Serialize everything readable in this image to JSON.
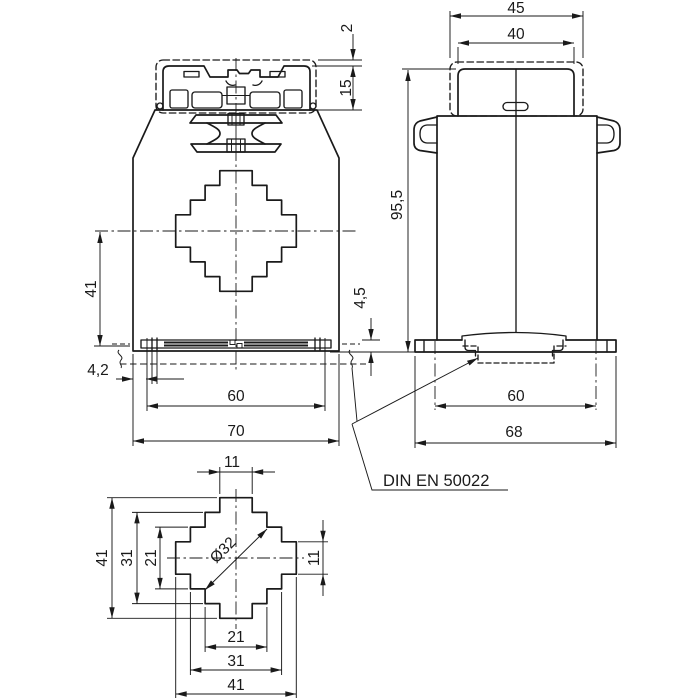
{
  "front_view": {
    "dims": {
      "d2": "2",
      "d15": "15",
      "d41": "41",
      "d4_2": "4,2",
      "d60": "60",
      "d70": "70"
    }
  },
  "side_view": {
    "dims": {
      "d45": "45",
      "d40": "40",
      "d95_5": "95,5",
      "d4_5": "4,5",
      "d60": "60",
      "d68": "68"
    }
  },
  "detail_view": {
    "dims": {
      "top_11": "11",
      "left_41": "41",
      "left_31": "31",
      "left_21": "21",
      "right_11": "11",
      "bottom_21": "21",
      "bottom_31": "31",
      "bottom_41": "41",
      "diameter": "Ø32"
    }
  },
  "note": {
    "din_standard": "DIN EN 50022"
  },
  "colors": {
    "line": "#1a1a1a",
    "background": "#ffffff"
  }
}
